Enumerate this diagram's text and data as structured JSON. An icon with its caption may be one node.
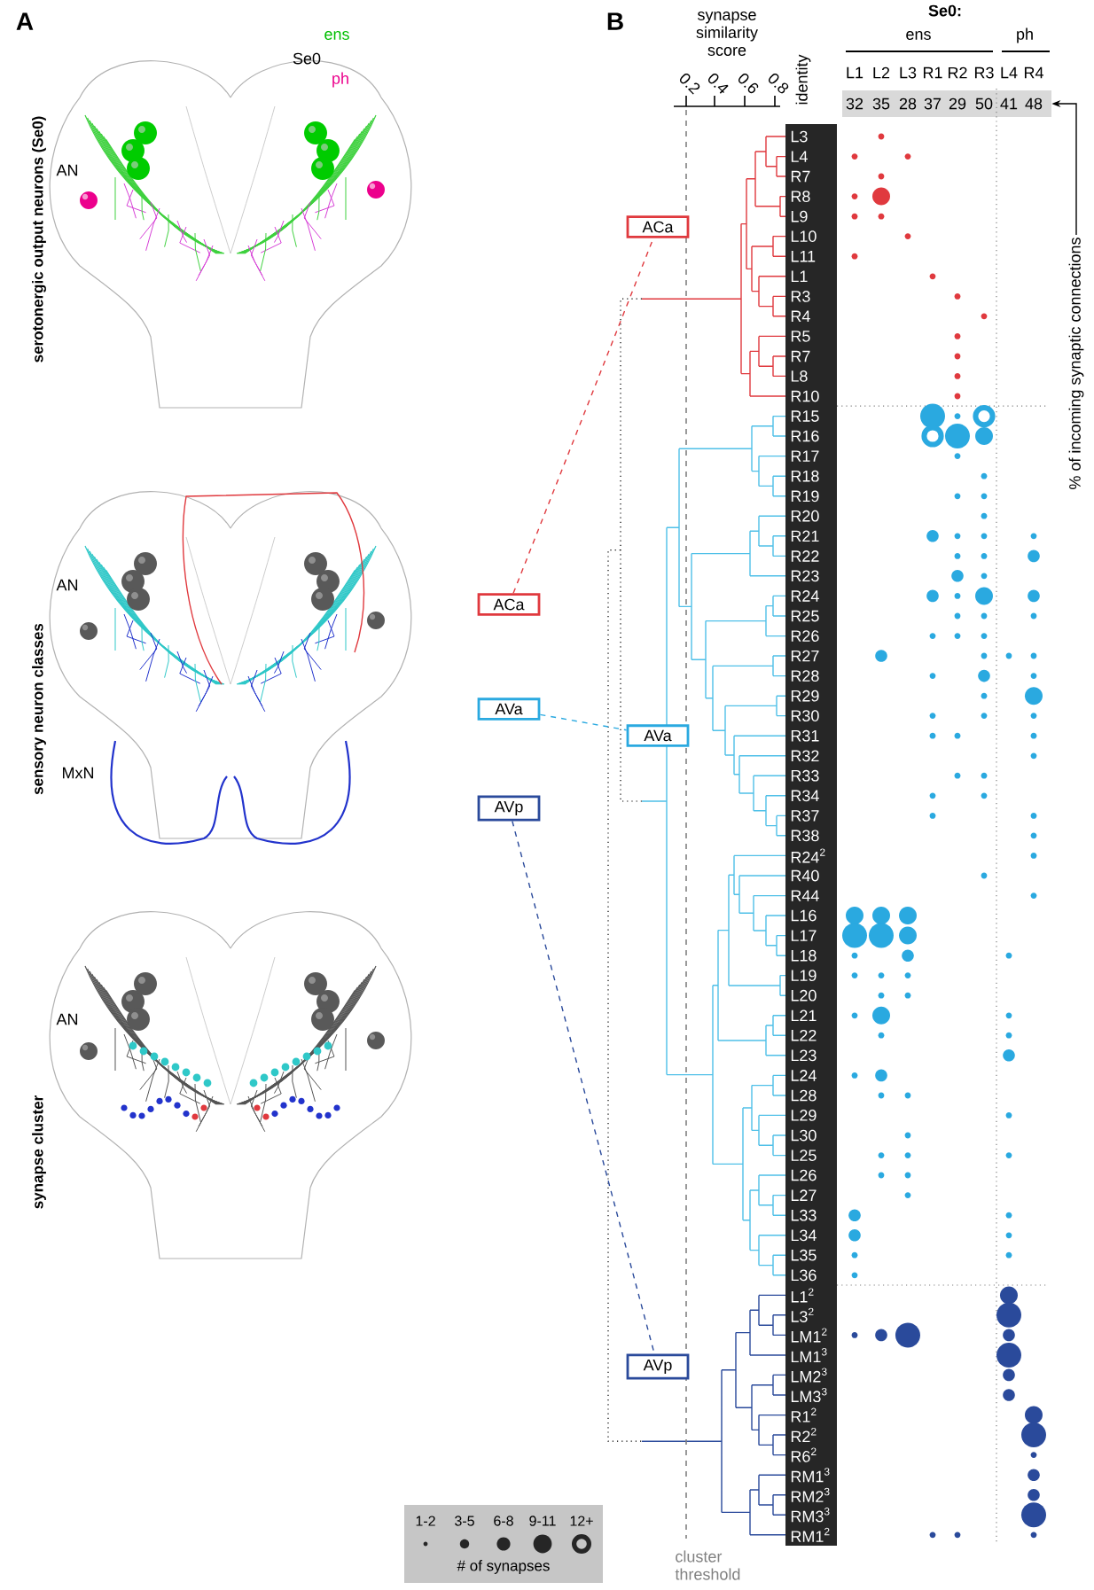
{
  "diagram": {
    "nodes": [
      {
        "text": [
          "ACa"
        ]
      },
      {
        "text": [
          "AVa"
        ]
      },
      {
        "text": [
          "AVp"
        ]
      },
      {
        "text": [
          "ACa"
        ]
      },
      {
        "text": [
          "AVa"
        ]
      },
      {
        "text": [
          "AVp"
        ]
      },
      {
        "text": [
          "% of incoming synaptic connections"
        ]
      },
      {
        "text": [],
        "shape": "bar"
      }
    ],
    "edges": [
      {
        "from": 0,
        "to": 3,
        "arrow": "none",
        "style": "dashed",
        "color": "#e0393e"
      },
      {
        "from": 1,
        "to": 4,
        "arrow": "none",
        "style": "dashed",
        "color": "#2aa9e0"
      },
      {
        "from": 2,
        "to": 5,
        "arrow": "none",
        "style": "dashed",
        "color": "#2a4a9b"
      },
      {
        "from": 6,
        "to": 7,
        "arrow": "to",
        "color": "#000000"
      }
    ],
    "labels": [
      "A",
      "B",
      "serotonergic output neurons (Se0)",
      "sensory neuron classes",
      "synapse cluster",
      "ens",
      "Se0",
      "ph",
      "AN",
      "AN",
      "MxN",
      "AN",
      "synapse similarity score",
      "0.2",
      "0.4",
      "0.6",
      "0.8",
      "identity",
      "Se0:",
      "ens",
      "ph",
      "L1",
      "L2",
      "L3",
      "R1",
      "R2",
      "R3",
      "L4",
      "R4",
      "32",
      "35",
      "28",
      "37",
      "29",
      "50",
      "41",
      "48",
      "L3",
      "L4",
      "R7",
      "R8",
      "L9",
      "L10",
      "L11",
      "L1",
      "R3",
      "R4",
      "R5",
      "R7",
      "L8",
      "R10",
      "R15",
      "R16",
      "R17",
      "R18",
      "R19",
      "R20",
      "R21",
      "R22",
      "R23",
      "R24",
      "R25",
      "R26",
      "R27",
      "R28",
      "R29",
      "R30",
      "R31",
      "R32",
      "R33",
      "R34",
      "R37",
      "R38",
      "R24$^{2}$",
      "R40",
      "R44",
      "L16",
      "L17",
      "L18",
      "L19",
      "L20",
      "L21",
      "L22",
      "L23",
      "L24",
      "L28",
      "L29",
      "L30",
      "L25",
      "L26",
      "L27",
      "L33",
      "L34",
      "L35",
      "L36",
      "L1$^{2}$",
      "L3$^{2}$",
      "LM1$^{2}$",
      "LM1$^{3}$",
      "LM2$^{3}$",
      "LM3$^{3}$",
      "R1$^{2}$",
      "R2$^{2}$",
      "R6$^{2}$",
      "RM1$^{3}$",
      "RM2$^{3}$",
      "RM3$^{3}$",
      "RM1$^{2}$",
      "cluster threshold",
      "# of synapses"
    ],
    "legend": [
      {
        "text": "1-2"
      },
      {
        "text": "3-5"
      },
      {
        "text": "6-8"
      },
      {
        "text": "9-11"
      },
      {
        "text": "12+"
      }
    ]
  }
}
